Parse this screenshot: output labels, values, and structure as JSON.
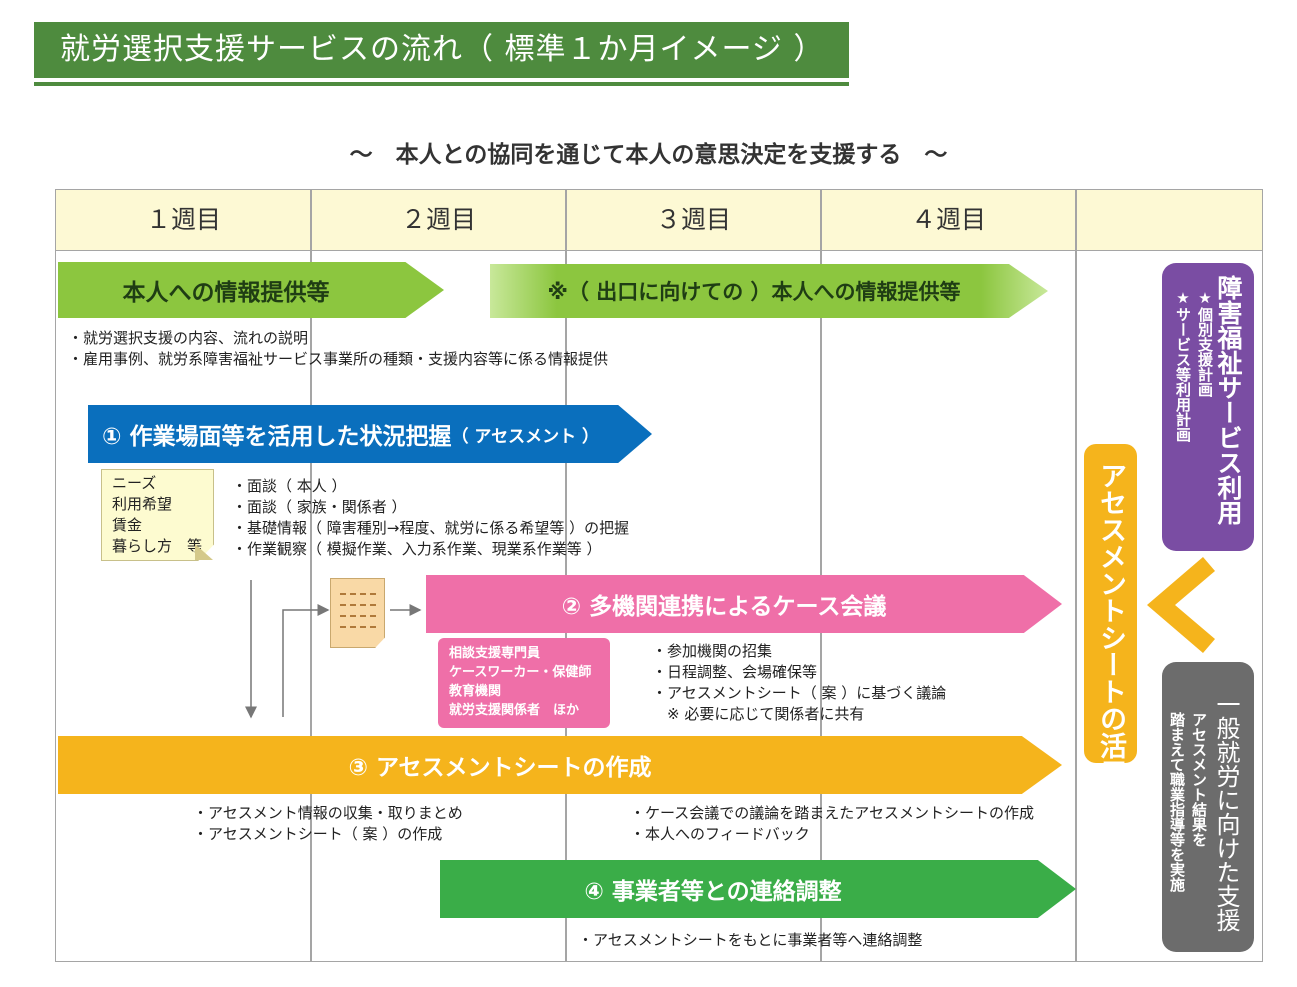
{
  "title": "就労選択支援サービスの流れ（ 標準１か月イメージ ）",
  "subtitle": "～　本人との協同を通じて本人の意思決定を支援する　～",
  "weeks": [
    "１週目",
    "２週目",
    "３週目",
    "４週目"
  ],
  "info_provision": {
    "label": "本人への情報提供等",
    "exit_label": "※（ 出口に向けての ）本人への情報提供等",
    "notes": [
      "・就労選択支援の内容、流れの説明",
      "・雇用事例、就労系障害福祉サービス事業所の種類・支援内容等に係る情報提供"
    ]
  },
  "step1": {
    "label": "① 作業場面等を活用した状況把握",
    "label_sub": "（ アセスメント ）",
    "sticky": [
      "ニーズ",
      "利用希望",
      "賃金",
      "暮らし方　等"
    ],
    "notes": [
      "・面談（ 本人 ）",
      "・面談（ 家族・関係者 ）",
      "・基礎情報（ 障害種別→程度、就労に係る希望等 ）の把握",
      "・作業観察（ 模擬作業、入力系作業、現業系作業等 ）"
    ]
  },
  "step2": {
    "label": "② 多機関連携によるケース会議",
    "agencies": [
      "相談支援専門員",
      "ケースワーカー・保健師",
      "教育機関",
      "就労支援関係者　ほか"
    ],
    "notes": [
      "・参加機関の招集",
      "・日程調整、会場確保等",
      "・アセスメントシート（ 案 ）に基づく議論",
      "　※ 必要に応じて関係者に共有"
    ]
  },
  "step3": {
    "label": "③ アセスメントシートの作成",
    "notes_left": [
      "・アセスメント情報の収集・取りまとめ",
      "・アセスメントシート（ 案 ）の作成"
    ],
    "notes_right": [
      "・ケース会議での議論を踏まえたアセスメントシートの作成",
      "・本人へのフィードバック"
    ]
  },
  "step4": {
    "label": "④ 事業者等との連絡調整",
    "notes": [
      "・アセスメントシートをもとに事業者等へ連絡調整"
    ]
  },
  "assessment_use": "アセスメントシートの活用",
  "welfare_service": {
    "title": "障害福祉サービス利用",
    "items": [
      "★個別支援計画",
      "★サービス等利用計画"
    ]
  },
  "general_employment": {
    "title": "一般就労に向けた支援",
    "items": [
      "アセスメント結果を",
      "踏まえて職業指導等を実施"
    ]
  },
  "colors": {
    "title_green": "#4e8b3e",
    "info_green": "#8cc63f",
    "step1_blue": "#0a6fbd",
    "step2_pink": "#ef6fa8",
    "step3_orange": "#f5b41c",
    "step4_green": "#3aad48",
    "purple": "#7a4da3",
    "gray": "#6c6c6c"
  }
}
